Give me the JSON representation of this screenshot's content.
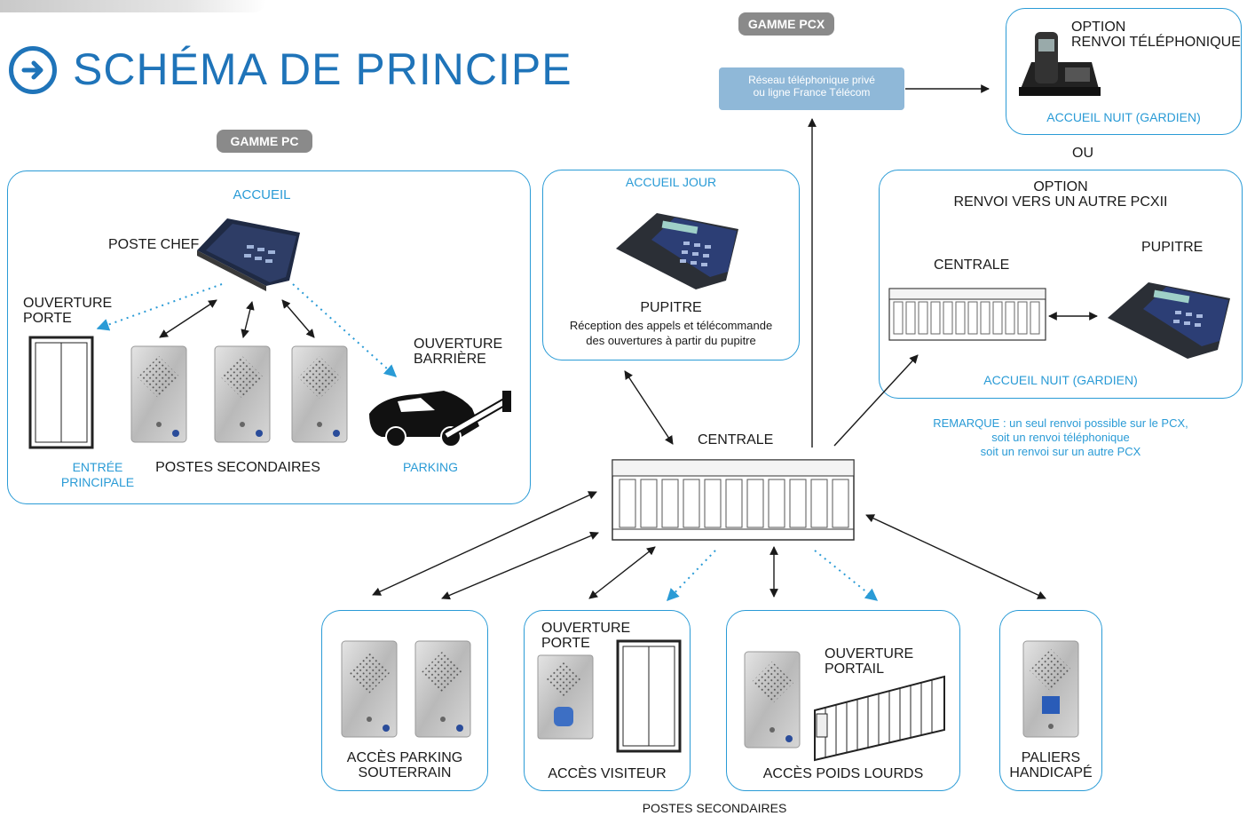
{
  "title": "SCHÉMA DE PRINCIPE",
  "colors": {
    "accent": "#2a9bd6",
    "title": "#1f74b9",
    "pill": "#8a8a8a",
    "reseau": "#8fb8d8"
  },
  "gamme_pc": {
    "pill": "GAMME PC",
    "accueil": "ACCUEIL",
    "poste_chef": "POSTE CHEF",
    "ouverture_porte": [
      "OUVERTURE",
      "PORTE"
    ],
    "ouverture_barriere": [
      "OUVERTURE",
      "BARRIÈRE"
    ],
    "entree_principale": [
      "ENTRÉE",
      "PRINCIPALE"
    ],
    "postes_secondaires": "POSTES SECONDAIRES",
    "parking": "PARKING"
  },
  "gamme_pcx": {
    "pill": "GAMME PCX",
    "reseau": [
      "Réseau téléphonique privé",
      "ou ligne France Télécom"
    ],
    "option_tel": [
      "OPTION",
      "RENVOI TÉLÉPHONIQUE"
    ],
    "accueil_nuit_1": "ACCUEIL NUIT (GARDIEN)",
    "ou": "OU",
    "option_pcx": [
      "OPTION",
      "RENVOI VERS UN AUTRE PCXII"
    ],
    "pupitre": "PUPITRE",
    "centrale": "CENTRALE",
    "accueil_nuit_2": "ACCUEIL NUIT (GARDIEN)",
    "remarque": [
      "REMARQUE : un seul renvoi possible sur le PCX,",
      "soit un renvoi téléphonique",
      "soit un renvoi sur un autre PCX"
    ]
  },
  "accueil_jour": {
    "header": "ACCUEIL JOUR",
    "pupitre": "PUPITRE",
    "desc": [
      "Réception des appels et télécommande",
      "des ouvertures à partir du pupitre"
    ]
  },
  "centrale": "CENTRALE",
  "bottom": {
    "parking": [
      "ACCÈS PARKING",
      "SOUTERRAIN"
    ],
    "visiteur_ouverture": [
      "OUVERTURE",
      "PORTE"
    ],
    "visiteur": "ACCÈS VISITEUR",
    "poids_ouverture": [
      "OUVERTURE",
      "PORTAIL"
    ],
    "poids": "ACCÈS POIDS LOURDS",
    "paliers": [
      "PALIERS",
      "HANDICAPÉ"
    ],
    "postes_secondaires": "POSTES SECONDAIRES"
  }
}
